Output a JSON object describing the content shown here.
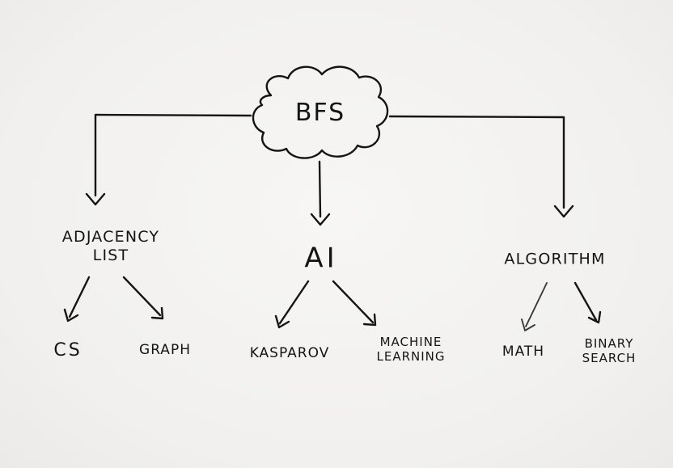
{
  "root": {
    "label": "BFS"
  },
  "branches": [
    {
      "lines": [
        "ADJACENCY",
        "LIST"
      ],
      "children": [
        {
          "lines": [
            "CS"
          ]
        },
        {
          "lines": [
            "GRAPH"
          ]
        }
      ]
    },
    {
      "lines": [
        "AI"
      ],
      "children": [
        {
          "lines": [
            "KASPAROV"
          ]
        },
        {
          "lines": [
            "MACHINE",
            "LEARNING"
          ]
        }
      ]
    },
    {
      "lines": [
        "ALGORITHM"
      ],
      "children": [
        {
          "lines": [
            "MATH"
          ]
        },
        {
          "lines": [
            "BINARY",
            "SEARCH"
          ]
        }
      ]
    }
  ],
  "colors": {
    "ink": "#151515",
    "paper": "#f4f3f1"
  }
}
